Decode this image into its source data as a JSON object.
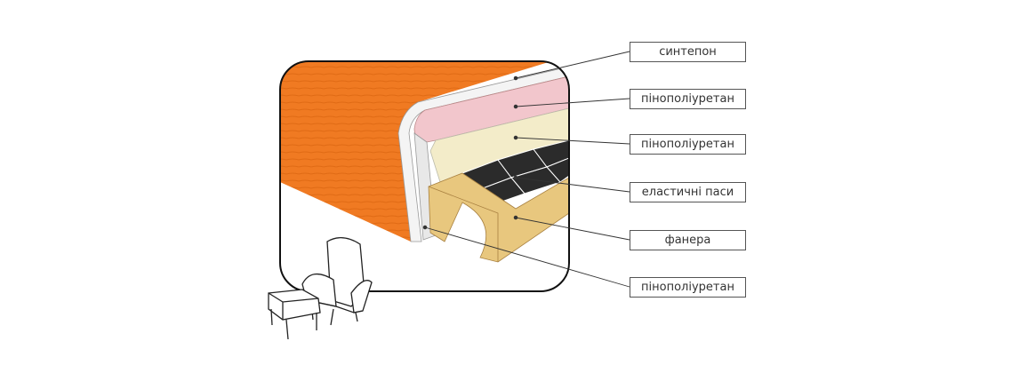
{
  "labels": [
    {
      "text": "синтепон"
    },
    {
      "text": "пінополіуретан"
    },
    {
      "text": "пінополіуретан"
    },
    {
      "text": "еластичні паси"
    },
    {
      "text": "фанера"
    },
    {
      "text": "пінополіуретан"
    }
  ],
  "colors": {
    "fabric": "#f07a22",
    "sintepon": "#f4f4f4",
    "pink_foam": "#f2c6cc",
    "beige_foam": "#f3ecc9",
    "straps": "#2b2b2b",
    "plywood": "#e8c77e"
  }
}
